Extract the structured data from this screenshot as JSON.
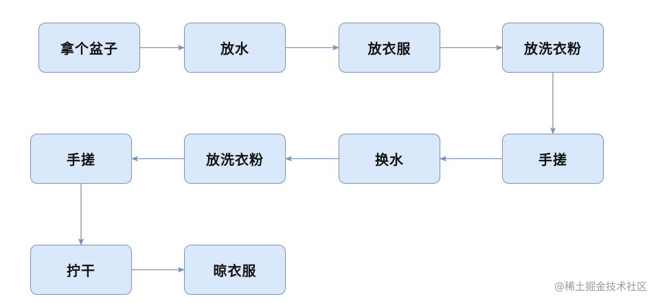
{
  "colors": {
    "node_fill": "#dae8fc",
    "node_stroke": "#7892b8",
    "edge": "#7892b8"
  },
  "nodes": {
    "n1": "拿个盆子",
    "n2": "放水",
    "n3": "放衣服",
    "n4": "放洗衣粉",
    "n5": "手搓",
    "n6": "换水",
    "n7": "放洗衣粉",
    "n8": "手搓",
    "n9": "拧干",
    "n10": "晾衣服"
  },
  "edges": [
    [
      "n1",
      "n2"
    ],
    [
      "n2",
      "n3"
    ],
    [
      "n3",
      "n4"
    ],
    [
      "n4",
      "n5"
    ],
    [
      "n5",
      "n6"
    ],
    [
      "n6",
      "n7"
    ],
    [
      "n7",
      "n8"
    ],
    [
      "n8",
      "n9"
    ],
    [
      "n9",
      "n10"
    ]
  ],
  "watermark": "@稀土掘金技术社区"
}
